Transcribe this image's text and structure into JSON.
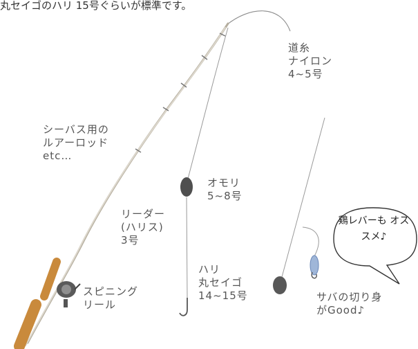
{
  "caption": "丸セイゴのハリ 15号ぐらいが標準です。",
  "labels": {
    "michiito": "道糸\nナイロン\n4~5号",
    "rod": "シーバス用の\nルアーロッド\netc…",
    "omori": "オモリ\n5~8号",
    "leader": "リーダー\n(ハリス)\n3号",
    "reel": "スピニング\nリール",
    "hook": "ハリ\n丸セイゴ\n14~15号",
    "bait": "サバの切り身\nがGood♪"
  },
  "bubble": "鶏レバーも\nオススメ♪",
  "colors": {
    "rod": "#b8b2a3",
    "handle": "#c98a3c",
    "line": "#8d8d8d",
    "sinker": "#4f4f4f",
    "bait": "#9fb6d8"
  },
  "icons": {
    "reel": "spinning-reel-icon",
    "hook": "fishing-hook-icon",
    "sinker": "sinker-icon",
    "bait": "fish-bait-icon"
  }
}
